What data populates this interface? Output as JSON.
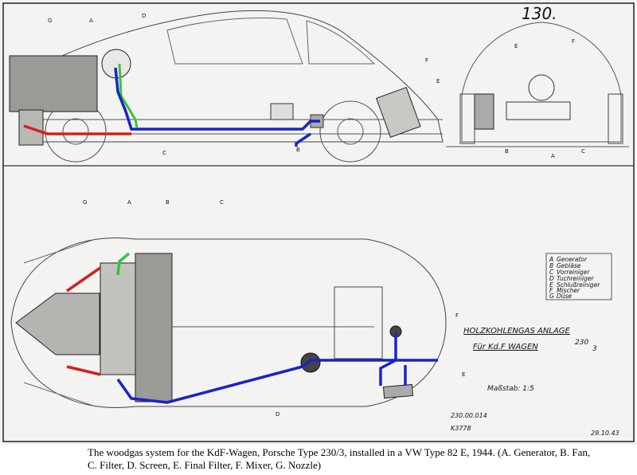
{
  "sheet": {
    "sheet_number": "130.",
    "title_line1": "HOLZKOHLENGAS ANLAGE",
    "title_line2": "Für Kd.F WAGEN",
    "type_number": "230",
    "type_suffix": "3",
    "scale": "Maßstab: 1:5",
    "drawing_number": "230.00.014",
    "drawing_ref": "K3778",
    "date_stamp": "29.10.43"
  },
  "legend": [
    {
      "key": "A",
      "text": "Generator"
    },
    {
      "key": "B",
      "text": "Gebläse"
    },
    {
      "key": "C",
      "text": "Vorreiniger"
    },
    {
      "key": "D",
      "text": "Tuchreiniger"
    },
    {
      "key": "E",
      "text": "Schlußreiniger"
    },
    {
      "key": "F",
      "text": "Mischer"
    },
    {
      "key": "G",
      "text": "Düse"
    }
  ],
  "callouts": {
    "side_view": [
      "G",
      "A",
      "D",
      "F",
      "E",
      "C",
      "B"
    ],
    "front_view": [
      "E",
      "F",
      "B",
      "A",
      "C"
    ],
    "plan_view": [
      "G",
      "A",
      "B",
      "C",
      "F",
      "E",
      "D"
    ]
  },
  "pipe_colors": {
    "red": "#d42020",
    "blue": "#1a23c8",
    "green": "#3ac23a"
  },
  "caption": "The woodgas system for the KdF-Wagen, Porsche Type 230/3, installed in a VW Type 82 E, 1944. (A. Generator, B. Fan, C. Filter, D. Screen, E. Final Filter, F. Mixer, G. Nozzle)"
}
